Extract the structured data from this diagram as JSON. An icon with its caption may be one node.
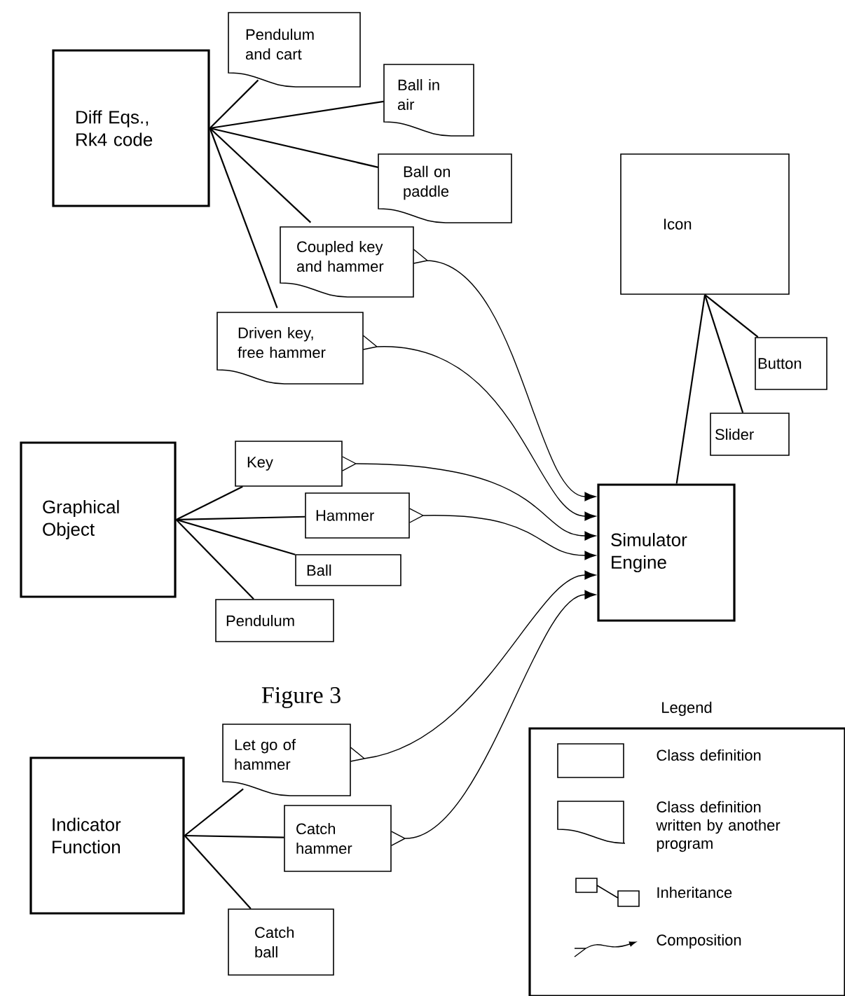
{
  "diagram": {
    "nodes": [
      {
        "text": [
          "Diff Eqs., Rk4 code"
        ]
      },
      {
        "text": [
          "Pendulum and cart"
        ]
      },
      {
        "text": [
          "Ball in air"
        ]
      },
      {
        "text": [
          "Ball on paddle"
        ]
      },
      {
        "text": [
          "Coupled key and hammer"
        ]
      },
      {
        "text": [
          "Driven key, free hammer"
        ]
      },
      {
        "text": [
          "Icon"
        ]
      },
      {
        "text": [
          "Button"
        ]
      },
      {
        "text": [
          "Slider"
        ]
      },
      {
        "text": [
          "Graphical Object"
        ]
      },
      {
        "text": [
          "Key"
        ]
      },
      {
        "text": [
          "Hammer"
        ]
      },
      {
        "text": [
          "Ball"
        ]
      },
      {
        "text": [
          "Pendulum"
        ]
      },
      {
        "text": [
          "Simulator Engine"
        ]
      },
      {
        "text": [
          "Indicator Function"
        ]
      },
      {
        "text": [
          "Let go of hammer"
        ]
      },
      {
        "text": [
          "Catch hammer"
        ]
      },
      {
        "text": [
          "Catch ball"
        ]
      }
    ],
    "edges": [
      {
        "from": 0,
        "to": 1,
        "arrow": "none"
      },
      {
        "from": 0,
        "to": 2,
        "arrow": "none"
      },
      {
        "from": 0,
        "to": 3,
        "arrow": "none"
      },
      {
        "from": 0,
        "to": 4,
        "arrow": "none"
      },
      {
        "from": 0,
        "to": 5,
        "arrow": "none"
      },
      {
        "from": 6,
        "to": 14,
        "arrow": "none"
      },
      {
        "from": 6,
        "to": 7,
        "arrow": "none"
      },
      {
        "from": 6,
        "to": 8,
        "arrow": "none"
      },
      {
        "from": 9,
        "to": 10,
        "arrow": "none"
      },
      {
        "from": 9,
        "to": 11,
        "arrow": "none"
      },
      {
        "from": 9,
        "to": 12,
        "arrow": "none"
      },
      {
        "from": 9,
        "to": 13,
        "arrow": "none"
      },
      {
        "from": 15,
        "to": 16,
        "arrow": "none"
      },
      {
        "from": 15,
        "to": 17,
        "arrow": "none"
      },
      {
        "from": 15,
        "to": 18,
        "arrow": "none"
      },
      {
        "from": 4,
        "to": 14,
        "arrow": "to"
      },
      {
        "from": 5,
        "to": 14,
        "arrow": "to"
      },
      {
        "from": 10,
        "to": 14,
        "arrow": "to"
      },
      {
        "from": 11,
        "to": 14,
        "arrow": "to"
      },
      {
        "from": 16,
        "to": 14,
        "arrow": "to"
      },
      {
        "from": 17,
        "to": 14,
        "arrow": "to"
      }
    ],
    "labels": [
      "Figure 3",
      "Legend"
    ],
    "legend": [
      {
        "text": "Class definition"
      },
      {
        "text": "Class definition written by another program"
      },
      {
        "text": "Inheritance"
      },
      {
        "text": "Composition"
      }
    ]
  }
}
